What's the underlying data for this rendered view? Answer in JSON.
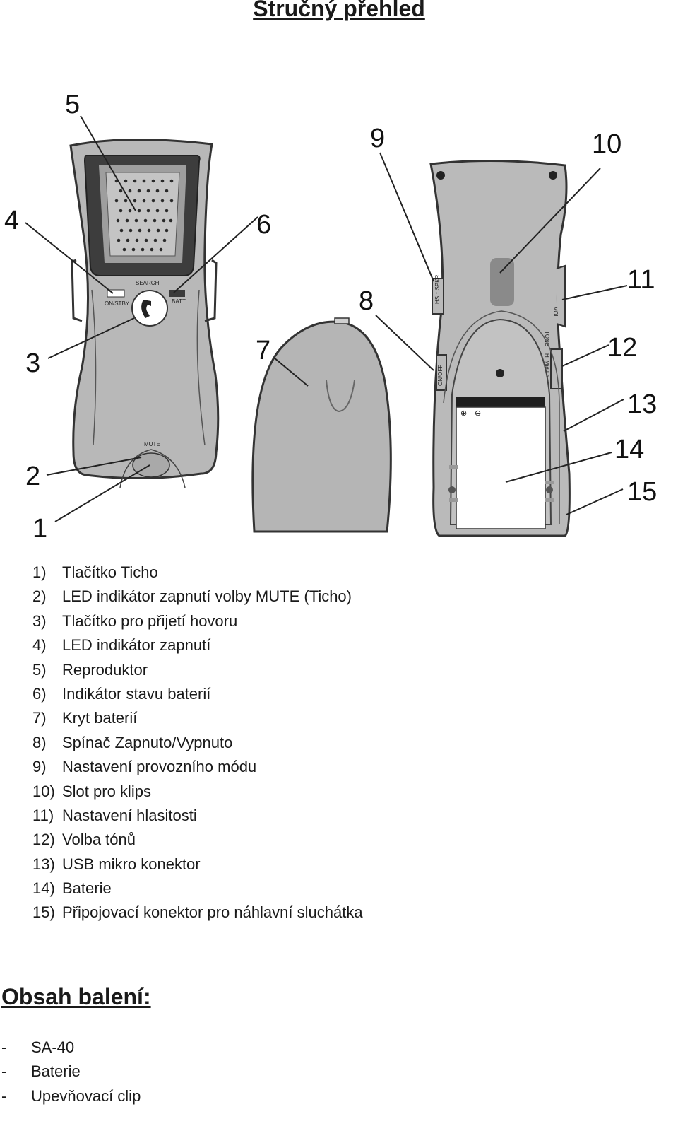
{
  "heading": "Stručný přehled",
  "figure": {
    "callouts": [
      "1",
      "2",
      "3",
      "4",
      "5",
      "6",
      "7",
      "8",
      "9",
      "10",
      "11",
      "12",
      "13",
      "14",
      "15"
    ],
    "device_markings": {
      "search": "SEARCH",
      "on_stby": "ON/STBY",
      "batt": "BATT",
      "mute": "MUTE",
      "hs_spkr": "HS ↕ SPKR",
      "on_off": "ON/OFF",
      "vol": "VOL",
      "tone": "TONE",
      "tone_modes": "Hi Mid Lo",
      "plus": "⊕",
      "minus": "⊖"
    }
  },
  "legend": [
    {
      "num": "1)",
      "text": "Tlačítko Ticho"
    },
    {
      "num": "2)",
      "text": "LED indikátor zapnutí volby MUTE (Ticho)"
    },
    {
      "num": "3)",
      "text": "Tlačítko pro přijetí hovoru"
    },
    {
      "num": "4)",
      "text": "LED indikátor zapnutí"
    },
    {
      "num": "5)",
      "text": "Reproduktor"
    },
    {
      "num": "6)",
      "text": "Indikátor stavu baterií"
    },
    {
      "num": "7)",
      "text": "Kryt baterií"
    },
    {
      "num": "8)",
      "text": "Spínač Zapnuto/Vypnuto"
    },
    {
      "num": "9)",
      "text": "Nastavení provozního módu"
    },
    {
      "num": "10)",
      "text": "Slot pro klips"
    },
    {
      "num": "11)",
      "text": "Nastavení hlasitosti"
    },
    {
      "num": "12)",
      "text": "Volba tónů"
    },
    {
      "num": "13)",
      "text": "USB mikro konektor"
    },
    {
      "num": "14)",
      "text": "Baterie"
    },
    {
      "num": "15)",
      "text": "Připojovací konektor pro náhlavní sluchátka"
    }
  ],
  "package": {
    "heading": "Obsah balení:",
    "bullet": "-",
    "items": [
      "SA-40",
      "Baterie",
      "Upevňovací clip"
    ]
  }
}
